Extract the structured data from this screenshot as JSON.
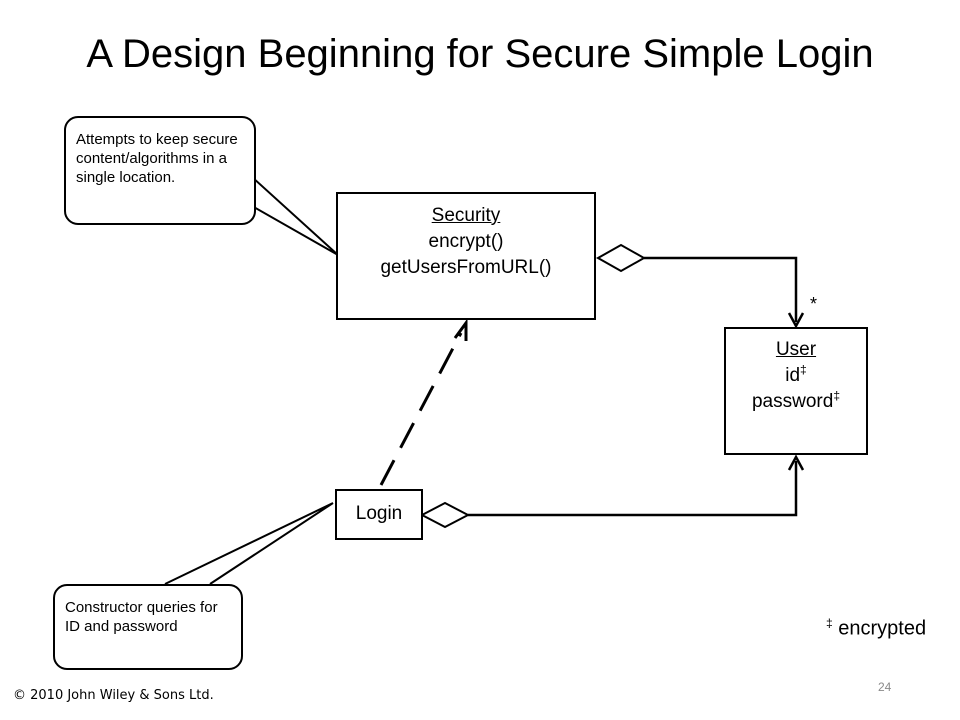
{
  "title": "A Design Beginning for Secure Simple Login",
  "classes": {
    "security": {
      "name": "Security",
      "operations": [
        "encrypt()",
        "getUsersFromURL()"
      ]
    },
    "user": {
      "name": "User",
      "attributes": [
        "id",
        "password"
      ],
      "attribute_mark": "‡"
    },
    "login": {
      "name": "Login"
    }
  },
  "association": {
    "multiplicity": "*"
  },
  "callouts": {
    "top": "Attempts to keep secure content/algorithms in a single location.",
    "bottom": "Constructor queries for ID and password"
  },
  "legend": {
    "mark": "‡",
    "text": "encrypted"
  },
  "footer": {
    "copyright": "© 2010 John Wiley & Sons Ltd.",
    "page_number": "24"
  }
}
